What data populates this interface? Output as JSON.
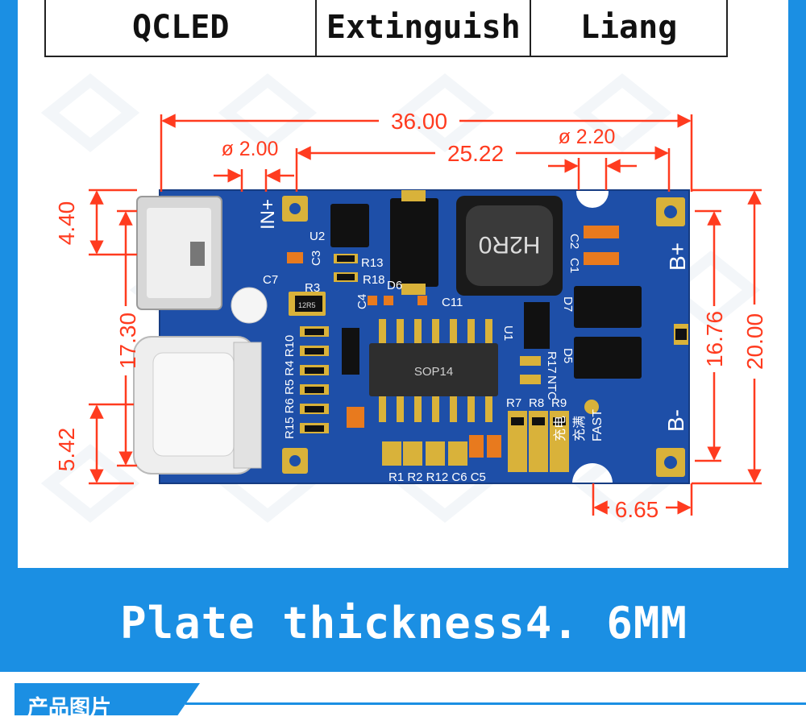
{
  "table": {
    "cells": [
      "QCLED",
      "Extinguish",
      "Liang"
    ]
  },
  "dimensions": {
    "overall_length": "36.00",
    "hole_diameter_left": "ø 2.00",
    "hole_diameter_right": "ø 2.20",
    "hole_spacing": "25.22",
    "height_total": "20.00",
    "pad_spacing": "16.76",
    "port_offset_top": "4.40",
    "port_span": "17.30",
    "port_offset_bottom": "5.42",
    "tab_width": "6.65"
  },
  "board_labels": {
    "in_plus": "IN+",
    "b_plus": "B+",
    "b_minus": "B-",
    "inductor": "H2R0",
    "ic": "SOP14",
    "u1": "U1",
    "u2": "U2",
    "c1": "C1",
    "c2": "C2",
    "c3": "C3",
    "c4": "C4",
    "c7": "C7",
    "c11": "C11",
    "r3": "R3",
    "r13": "R13",
    "r18": "R18",
    "d6": "D6",
    "d7": "D7",
    "d5": "D5",
    "r17": "R17",
    "ntc": "NTC",
    "r7": "R7",
    "r8": "R8",
    "r9": "R9",
    "r_left": "R15 R6 R5 R4 R10",
    "bottom_row": "R1 R2 R12 C6 C5",
    "charging": "充电",
    "full": "充满",
    "fast": "FAST",
    "res_code": "12R5"
  },
  "caption": "Plate thickness4. 6MM",
  "section_tab": "产品图片",
  "colors": {
    "frame": "#1b8fe3",
    "pcb": "#1e4fa8",
    "dimension": "#ff3b1f",
    "pad": "#d9b23a"
  }
}
